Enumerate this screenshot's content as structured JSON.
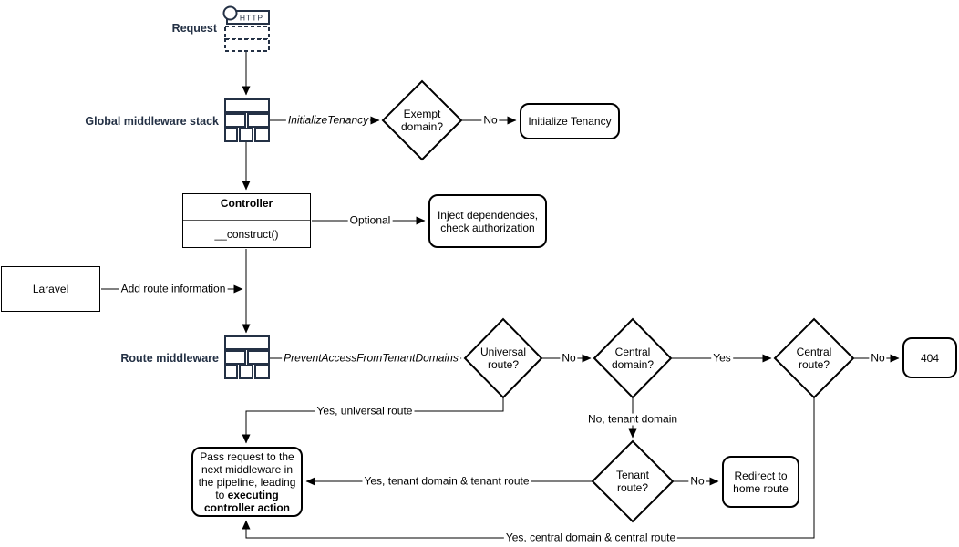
{
  "colors": {
    "icon_stroke": "#243145",
    "label_navy": "#243145",
    "shape_stroke": "#000000",
    "background": "#ffffff"
  },
  "nodes": {
    "request_label": "Request",
    "http_label": "HTTP",
    "global_middleware_label": "Global middleware stack",
    "exempt_domain": "Exempt domain?",
    "initialize_tenancy": "Initialize Tenancy",
    "controller_title": "Controller",
    "controller_method": "__construct()",
    "inject_dependencies": "Inject dependencies, check authorization",
    "laravel": "Laravel",
    "route_middleware_label": "Route middleware",
    "universal_route": "Universal route?",
    "central_domain": "Central domain?",
    "central_route": "Central route?",
    "not_found": "404",
    "pass_request_normal": "Pass request to the next middleware in the pipeline, leading to ",
    "pass_request_bold": "executing controller action",
    "tenant_route": "Tenant route?",
    "redirect_home": "Redirect to home route"
  },
  "edge_labels": {
    "initialize_tenancy_mw": "InitializeTenancy",
    "no_exempt": "No",
    "optional": "Optional",
    "add_route_information": "Add route information",
    "prevent_access_mw": "PreventAccessFromTenantDomains",
    "no_universal": "No",
    "yes_central_domain": "Yes",
    "no_central_route": "No",
    "yes_universal_route": "Yes, universal route",
    "no_tenant_domain": "No, tenant domain",
    "no_tenant_route": "No",
    "yes_tenant_domain_route": "Yes, tenant domain & tenant route",
    "yes_central_domain_route": "Yes, central domain & central route"
  }
}
